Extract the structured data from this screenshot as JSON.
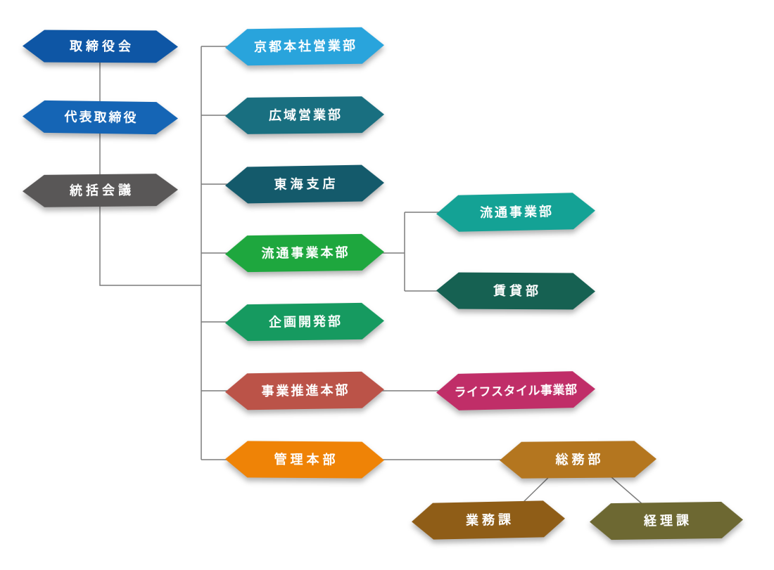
{
  "diagram": {
    "kind": "organization-chart",
    "background": "#ffffff",
    "connector_color": "#7c7c7c"
  },
  "nodes": [
    {
      "id": "board",
      "label": "取締役会",
      "color": "#0e56a5"
    },
    {
      "id": "ceo",
      "label": "代表取締役",
      "color": "#1565b5"
    },
    {
      "id": "council",
      "label": "統括会議",
      "color": "#595757"
    },
    {
      "id": "kyoto-sales",
      "label": "京都本社営業部",
      "color": "#29a4dc"
    },
    {
      "id": "wide-area-sales",
      "label": "広域営業部",
      "color": "#196f80"
    },
    {
      "id": "tokai-branch",
      "label": "東海支店",
      "color": "#145a6b"
    },
    {
      "id": "distribution-hq",
      "label": "流通事業本部",
      "color": "#1ea73e"
    },
    {
      "id": "distribution-div",
      "label": "流通事業部",
      "color": "#14a295"
    },
    {
      "id": "rental-div",
      "label": "賃貸部",
      "color": "#166152"
    },
    {
      "id": "planning-dev",
      "label": "企画開発部",
      "color": "#169a60"
    },
    {
      "id": "biz-promotion-hq",
      "label": "事業推進本部",
      "color": "#bb5348"
    },
    {
      "id": "lifestyle-div",
      "label": "ライフスタイル事業部",
      "color": "#c02e68"
    },
    {
      "id": "admin-hq",
      "label": "管理本部",
      "color": "#ef8306"
    },
    {
      "id": "general-affairs",
      "label": "総務部",
      "color": "#b4761f"
    },
    {
      "id": "operations-sec",
      "label": "業務課",
      "color": "#8f5d17"
    },
    {
      "id": "accounting-sec",
      "label": "経理課",
      "color": "#6d6832"
    }
  ],
  "edges": [
    {
      "from": "board",
      "to": "ceo"
    },
    {
      "from": "ceo",
      "to": "council"
    },
    {
      "from": "council",
      "to": "kyoto-sales"
    },
    {
      "from": "council",
      "to": "wide-area-sales"
    },
    {
      "from": "council",
      "to": "tokai-branch"
    },
    {
      "from": "council",
      "to": "distribution-hq"
    },
    {
      "from": "council",
      "to": "planning-dev"
    },
    {
      "from": "council",
      "to": "biz-promotion-hq"
    },
    {
      "from": "council",
      "to": "admin-hq"
    },
    {
      "from": "distribution-hq",
      "to": "distribution-div"
    },
    {
      "from": "distribution-hq",
      "to": "rental-div"
    },
    {
      "from": "biz-promotion-hq",
      "to": "lifestyle-div"
    },
    {
      "from": "admin-hq",
      "to": "general-affairs"
    },
    {
      "from": "general-affairs",
      "to": "operations-sec"
    },
    {
      "from": "general-affairs",
      "to": "accounting-sec"
    }
  ]
}
